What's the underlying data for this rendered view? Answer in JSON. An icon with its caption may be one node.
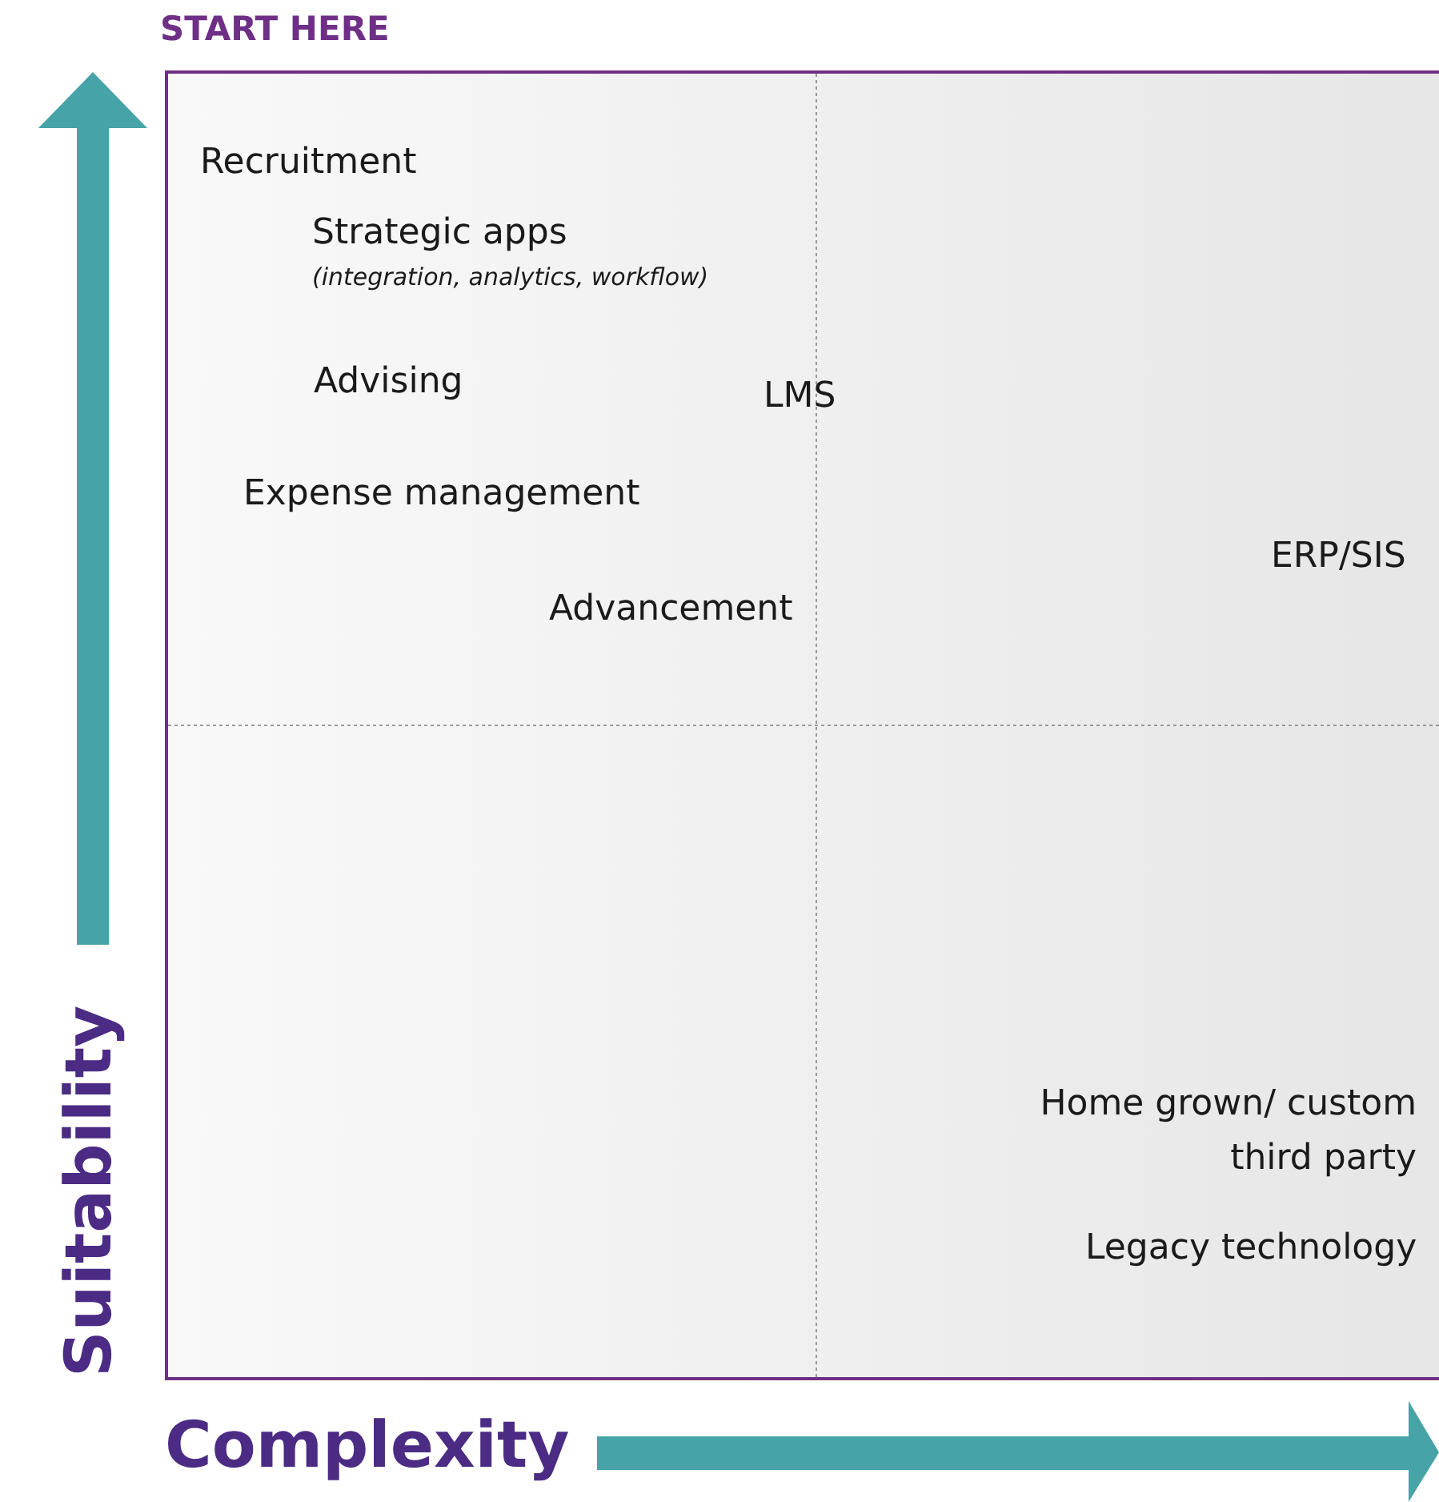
{
  "diagram": {
    "labels": [
      "START HERE",
      "Recruitment",
      "Strategic apps",
      "(integration, analytics, workflow)",
      "Advising",
      "LMS",
      "Expense management",
      "ERP/SIS",
      "Advancement",
      "Home grown/ custom third party",
      "Legacy technology",
      "Suitability",
      "Complexity"
    ]
  }
}
